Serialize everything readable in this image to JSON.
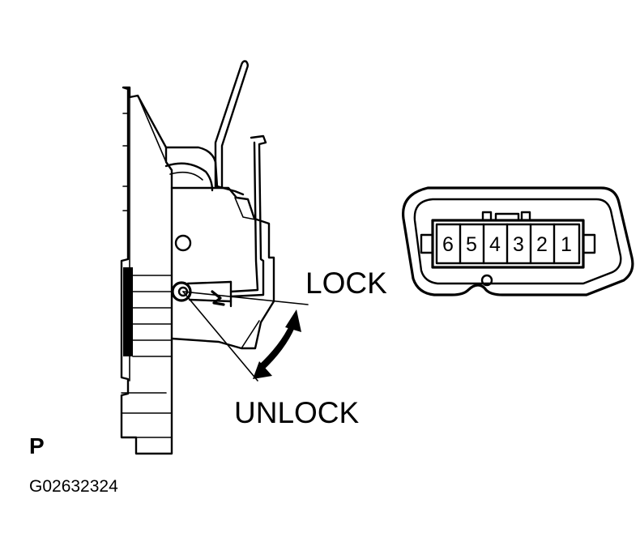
{
  "labels": {
    "lock": "LOCK",
    "unlock": "UNLOCK",
    "view": "P",
    "figure_code": "G02632324"
  },
  "connector": {
    "pins": [
      "6",
      "5",
      "4",
      "3",
      "2",
      "1"
    ]
  }
}
